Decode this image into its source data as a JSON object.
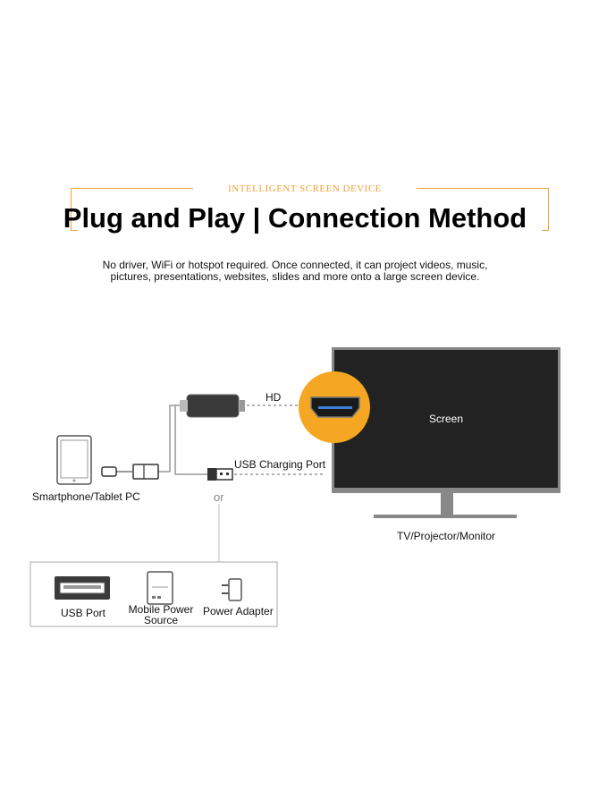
{
  "header": {
    "badge": "INTELLIGENT SCREEN DEVICE",
    "title": "Plug and Play | Connection Method",
    "subtitle": "No driver, WiFi or hotspot required. Once connected, it can project videos, music,\npictures, presentations, websites, slides and more onto a large screen device."
  },
  "diagram": {
    "hd_label": "HD",
    "usb_charging_label": "USB Charging Port",
    "smartphone_label": "Smartphone/Tablet PC",
    "or_label": "or",
    "screen_label": "Screen",
    "tv_label": "TV/Projector/Monitor",
    "power_options": {
      "usb_port": "USB Port",
      "mobile_power_line1": "Mobile Power",
      "mobile_power_line2": "Source",
      "power_adapter": "Power Adapter"
    }
  },
  "colors": {
    "accent": "#f0a23a",
    "hdmi_circle": "#f5a623",
    "screen": "#222222",
    "monitor_frame": "#888888"
  }
}
